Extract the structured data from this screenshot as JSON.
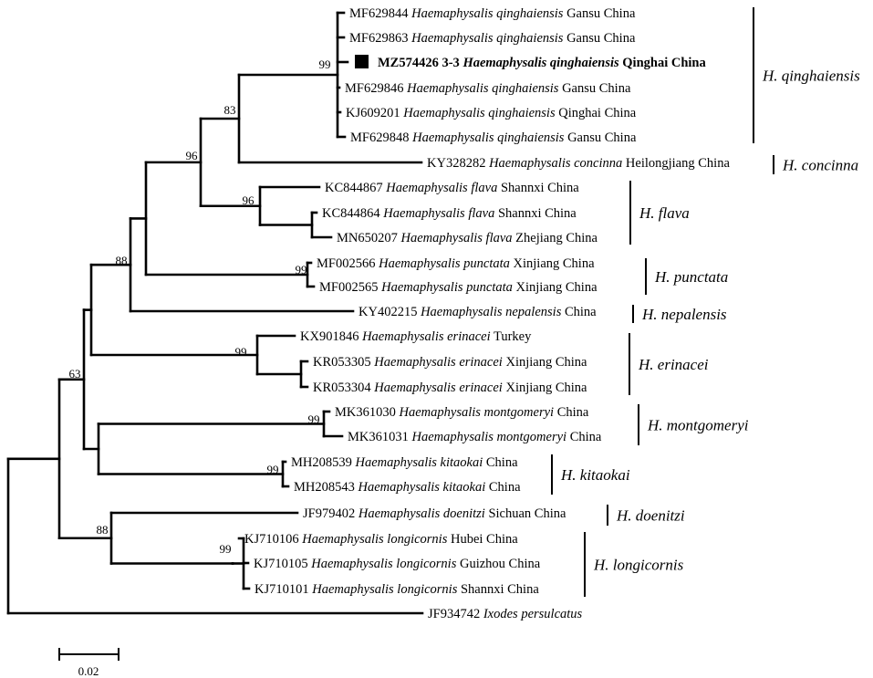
{
  "taxa": [
    {
      "acc": "MF629844",
      "genus": "Haemaphysalis",
      "species": "qinghaiensis",
      "loc": "Gansu China"
    },
    {
      "acc": "MF629863",
      "genus": "Haemaphysalis",
      "species": "qinghaiensis",
      "loc": "Gansu China"
    },
    {
      "acc": "MZ574426 3-3",
      "genus": "Haemaphysalis",
      "species": "qinghaiensis",
      "loc": "Qinghai China",
      "bold": true,
      "marker": true
    },
    {
      "acc": "MF629846",
      "genus": "Haemaphysalis",
      "species": "qinghaiensis",
      "loc": "Gansu China"
    },
    {
      "acc": "KJ609201",
      "genus": "Haemaphysalis",
      "species": "qinghaiensis",
      "loc": "Qinghai China"
    },
    {
      "acc": "MF629848",
      "genus": "Haemaphysalis",
      "species": "qinghaiensis",
      "loc": "Gansu China"
    },
    {
      "acc": "KY328282",
      "genus": "Haemaphysalis",
      "species": "concinna",
      "loc": "Heilongjiang China"
    },
    {
      "acc": "KC844867",
      "genus": "Haemaphysalis",
      "species": "flava",
      "loc": "Shannxi China"
    },
    {
      "acc": "KC844864",
      "genus": "Haemaphysalis",
      "species": "flava",
      "loc": "Shannxi China"
    },
    {
      "acc": "MN650207",
      "genus": "Haemaphysalis",
      "species": "flava",
      "loc": "Zhejiang China"
    },
    {
      "acc": "MF002566",
      "genus": "Haemaphysalis",
      "species": "punctata",
      "loc": "Xinjiang China"
    },
    {
      "acc": "MF002565",
      "genus": "Haemaphysalis",
      "species": "punctata",
      "loc": "Xinjiang China"
    },
    {
      "acc": "KY402215",
      "genus": "Haemaphysalis",
      "species": "nepalensis",
      "loc": "China"
    },
    {
      "acc": "KX901846",
      "genus": "Haemaphysalis",
      "species": "erinacei",
      "loc": "Turkey"
    },
    {
      "acc": "KR053305",
      "genus": "Haemaphysalis",
      "species": "erinacei",
      "loc": "Xinjiang China"
    },
    {
      "acc": "KR053304",
      "genus": "Haemaphysalis",
      "species": "erinacei",
      "loc": "Xinjiang China"
    },
    {
      "acc": "MK361030",
      "genus": "Haemaphysalis",
      "species": "montgomeryi",
      "loc": "China"
    },
    {
      "acc": "MK361031",
      "genus": "Haemaphysalis",
      "species": "montgomeryi",
      "loc": "China"
    },
    {
      "acc": "MH208539",
      "genus": "Haemaphysalis",
      "species": "kitaokai",
      "loc": "China"
    },
    {
      "acc": "MH208543",
      "genus": "Haemaphysalis",
      "species": "kitaokai",
      "loc": "China"
    },
    {
      "acc": "JF979402",
      "genus": "Haemaphysalis",
      "species": "doenitzi",
      "loc": "Sichuan China"
    },
    {
      "acc": "KJ710106",
      "genus": "Haemaphysalis",
      "species": "longicornis",
      "loc": "Hubei China"
    },
    {
      "acc": "KJ710105",
      "genus": "Haemaphysalis",
      "species": "longicornis",
      "loc": "Guizhou China"
    },
    {
      "acc": "KJ710101",
      "genus": "Haemaphysalis",
      "species": "longicornis",
      "loc": "Shannxi China"
    },
    {
      "acc": "JF934742",
      "genus": "Ixodes",
      "species": "persulcatus",
      "loc": ""
    }
  ],
  "clades": [
    "H. qinghaiensis",
    "H. concinna",
    "H. flava",
    "H. punctata",
    "H. nepalensis",
    "H. erinacei",
    "H. montgomeryi",
    "H. kitaokai",
    "H. doenitzi",
    "H. longicornis"
  ],
  "bootstraps": [
    "99",
    "83",
    "96",
    "96",
    "99",
    "88",
    "99",
    "63",
    "99",
    "99",
    "88",
    "99"
  ],
  "scale_bar": {
    "label": "0.02",
    "value": 0.02
  }
}
